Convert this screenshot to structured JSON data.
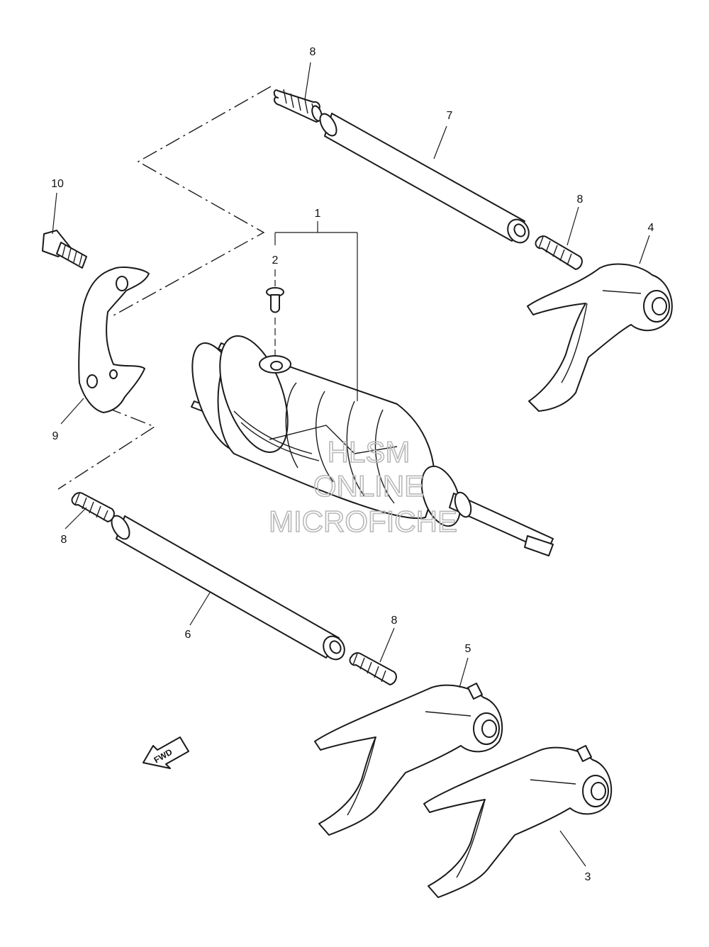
{
  "callouts": {
    "c1": "1",
    "c2": "2",
    "c3": "3",
    "c4": "4",
    "c5": "5",
    "c6": "6",
    "c7": "7",
    "c8a": "8",
    "c8b": "8",
    "c8c": "8",
    "c8d": "8",
    "c9": "9",
    "c10": "10"
  },
  "fwd_label": "FWD",
  "watermark": {
    "line1": "HLSM",
    "line2": "ONLINE",
    "line3": "MICROFICHE"
  }
}
